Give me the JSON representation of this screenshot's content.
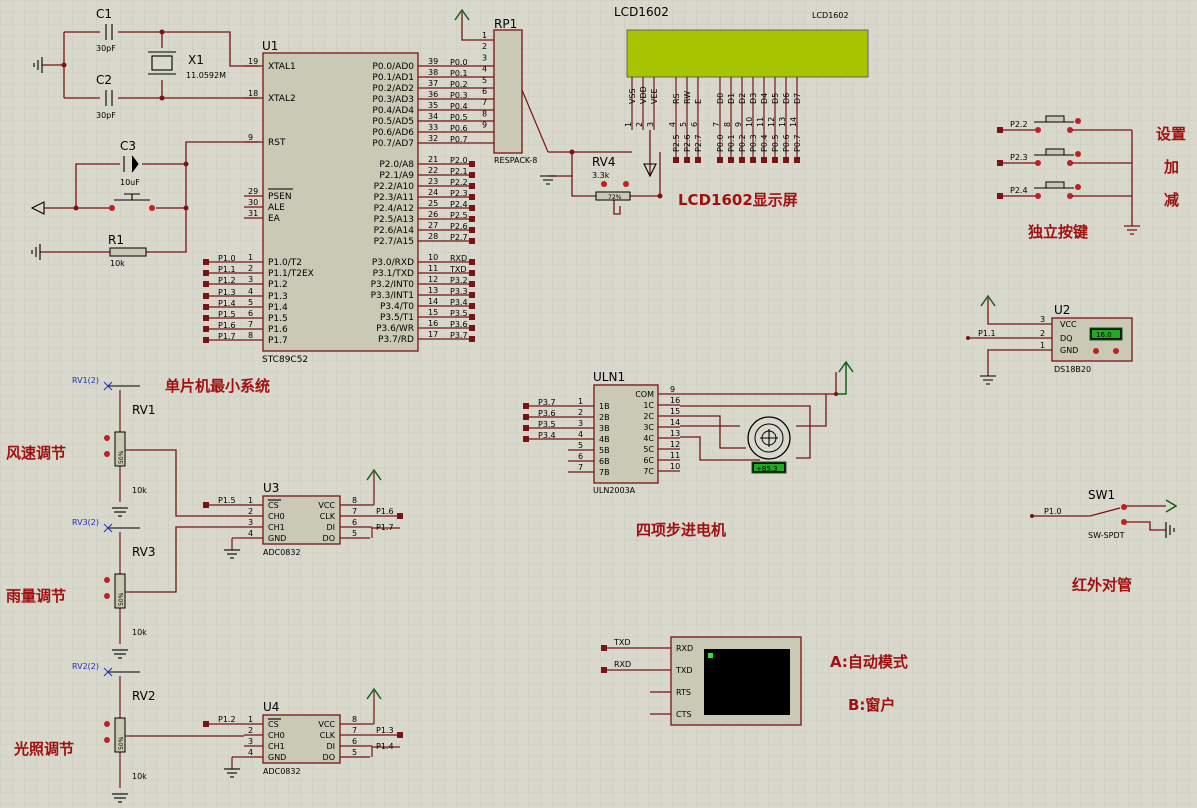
{
  "titles": {
    "mcu_system": "单片机最小系统",
    "lcd_screen": "LCD1602显示屏",
    "keys": "独立按键",
    "key_labels": [
      "设置",
      "加",
      "减"
    ],
    "motor": "四项步进电机",
    "ir": "红外对管",
    "wind": "风速调节",
    "rain": "雨量调节",
    "light": "光照调节",
    "mode_a": "A:自动模式",
    "mode_b": "B:窗户"
  },
  "mcu": {
    "ref": "U1",
    "part": "STC89C52",
    "left_pins": [
      {
        "num": "19",
        "name": "XTAL1"
      },
      {
        "num": "18",
        "name": "XTAL2"
      },
      {
        "num": "9",
        "name": "RST"
      },
      {
        "num": "29",
        "name": "PSEN"
      },
      {
        "num": "30",
        "name": "ALE"
      },
      {
        "num": "31",
        "name": "EA"
      },
      {
        "num": "1",
        "name": "P1.0/T2"
      },
      {
        "num": "2",
        "name": "P1.1/T2EX"
      },
      {
        "num": "3",
        "name": "P1.2"
      },
      {
        "num": "4",
        "name": "P1.3"
      },
      {
        "num": "5",
        "name": "P1.4"
      },
      {
        "num": "6",
        "name": "P1.5"
      },
      {
        "num": "7",
        "name": "P1.6"
      },
      {
        "num": "8",
        "name": "P1.7"
      }
    ],
    "left_labels": [
      "P1.0",
      "P1.1",
      "P1.2",
      "P1.3",
      "P1.4",
      "P1.5",
      "P1.6",
      "P1.7"
    ],
    "right_pins": [
      {
        "num": "39",
        "name": "P0.0/AD0",
        "net": "P0.0"
      },
      {
        "num": "38",
        "name": "P0.1/AD1",
        "net": "P0.1"
      },
      {
        "num": "37",
        "name": "P0.2/AD2",
        "net": "P0.2"
      },
      {
        "num": "36",
        "name": "P0.3/AD3",
        "net": "P0.3"
      },
      {
        "num": "35",
        "name": "P0.4/AD4",
        "net": "P0.4"
      },
      {
        "num": "34",
        "name": "P0.5/AD5",
        "net": "P0.5"
      },
      {
        "num": "33",
        "name": "P0.6/AD6",
        "net": "P0.6"
      },
      {
        "num": "32",
        "name": "P0.7/AD7",
        "net": "P0.7"
      },
      {
        "num": "21",
        "name": "P2.0/A8",
        "net": "P2.0"
      },
      {
        "num": "22",
        "name": "P2.1/A9",
        "net": "P2.1"
      },
      {
        "num": "23",
        "name": "P2.2/A10",
        "net": "P2.2"
      },
      {
        "num": "24",
        "name": "P2.3/A11",
        "net": "P2.3"
      },
      {
        "num": "25",
        "name": "P2.4/A12",
        "net": "P2.4"
      },
      {
        "num": "26",
        "name": "P2.5/A13",
        "net": "P2.5"
      },
      {
        "num": "27",
        "name": "P2.6/A14",
        "net": "P2.6"
      },
      {
        "num": "28",
        "name": "P2.7/A15",
        "net": "P2.7"
      },
      {
        "num": "10",
        "name": "P3.0/RXD",
        "net": "RXD"
      },
      {
        "num": "11",
        "name": "P3.1/TXD",
        "net": "TXD"
      },
      {
        "num": "12",
        "name": "P3.2/INT0",
        "net": "P3.2"
      },
      {
        "num": "13",
        "name": "P3.3/INT1",
        "net": "P3.3"
      },
      {
        "num": "14",
        "name": "P3.4/T0",
        "net": "P3.4"
      },
      {
        "num": "15",
        "name": "P3.5/T1",
        "net": "P3.5"
      },
      {
        "num": "16",
        "name": "P3.6/WR",
        "net": "P3.6"
      },
      {
        "num": "17",
        "name": "P3.7/RD",
        "net": "P3.7"
      }
    ]
  },
  "crystal": {
    "c1": "C1",
    "c1_val": "30pF",
    "c2": "C2",
    "c2_val": "30pF",
    "x1": "X1",
    "x1_val": "11.0592M"
  },
  "reset": {
    "c3": "C3",
    "c3_val": "10uF",
    "r1": "R1",
    "r1_val": "10k"
  },
  "rp1": {
    "ref": "RP1",
    "part": "RESPACK-8",
    "pins": [
      "1",
      "2",
      "3",
      "4",
      "5",
      "6",
      "7",
      "8",
      "9"
    ]
  },
  "lcd": {
    "ref": "LCD1602",
    "label": "LCD1602",
    "pins": [
      {
        "num": "1",
        "name": "VSS"
      },
      {
        "num": "2",
        "name": "VDD"
      },
      {
        "num": "3",
        "name": "VEE"
      },
      {
        "num": "4",
        "name": "RS"
      },
      {
        "num": "5",
        "name": "RW"
      },
      {
        "num": "6",
        "name": "E"
      },
      {
        "num": "7",
        "name": "D0"
      },
      {
        "num": "8",
        "name": "D1"
      },
      {
        "num": "9",
        "name": "D2"
      },
      {
        "num": "10",
        "name": "D3"
      },
      {
        "num": "11",
        "name": "D4"
      },
      {
        "num": "12",
        "name": "D5"
      },
      {
        "num": "13",
        "name": "D6"
      },
      {
        "num": "14",
        "name": "D7"
      }
    ],
    "nets": [
      "P2.5",
      "P2.6",
      "P2.7",
      "P0.0",
      "P0.1",
      "P0.2",
      "P0.3",
      "P0.4",
      "P0.5",
      "P0.6",
      "P0.7"
    ],
    "lcd_color": "#a6c400"
  },
  "rv4": {
    "ref": "RV4",
    "val": "3.3k",
    "pct": "72%"
  },
  "keys": {
    "nets": [
      "P2.2",
      "P2.3",
      "P2.4"
    ]
  },
  "ds18b20": {
    "ref": "U2",
    "part": "DS18B20",
    "pins": [
      {
        "num": "3",
        "name": "VCC"
      },
      {
        "num": "2",
        "name": "DQ"
      },
      {
        "num": "1",
        "name": "GND"
      }
    ],
    "net": "P1.1",
    "reading": "16.0"
  },
  "uln": {
    "ref": "ULN1",
    "part": "ULN2003A",
    "left_pins": [
      {
        "num": "1",
        "name": "1B"
      },
      {
        "num": "2",
        "name": "2B"
      },
      {
        "num": "3",
        "name": "3B"
      },
      {
        "num": "4",
        "name": "4B"
      },
      {
        "num": "5",
        "name": "5B"
      },
      {
        "num": "6",
        "name": "6B"
      },
      {
        "num": "7",
        "name": "7B"
      }
    ],
    "right_pins": [
      {
        "num": "9",
        "name": "COM"
      },
      {
        "num": "16",
        "name": "1C"
      },
      {
        "num": "15",
        "name": "2C"
      },
      {
        "num": "14",
        "name": "3C"
      },
      {
        "num": "13",
        "name": "4C"
      },
      {
        "num": "12",
        "name": "5C"
      },
      {
        "num": "11",
        "name": "6C"
      },
      {
        "num": "10",
        "name": "7C"
      }
    ],
    "nets": [
      "P3.7",
      "P3.6",
      "P3.5",
      "P3.4"
    ],
    "motor_reading": "+85.3"
  },
  "sw1": {
    "ref": "SW1",
    "part": "SW-SPDT",
    "net": "P1.0"
  },
  "adc3": {
    "ref": "U3",
    "part": "ADC0832",
    "left_pins": [
      {
        "num": "1",
        "name": "CS"
      },
      {
        "num": "2",
        "name": "CH0"
      },
      {
        "num": "3",
        "name": "CH1"
      },
      {
        "num": "4",
        "name": "GND"
      }
    ],
    "right_pins": [
      {
        "num": "8",
        "name": "VCC"
      },
      {
        "num": "7",
        "name": "CLK"
      },
      {
        "num": "6",
        "name": "DI"
      },
      {
        "num": "5",
        "name": "DO"
      }
    ],
    "cs_net": "P1.5",
    "clk_net": "P1.6",
    "do_net": "P1.7"
  },
  "adc4": {
    "ref": "U4",
    "part": "ADC0832",
    "left_pins": [
      {
        "num": "1",
        "name": "CS"
      },
      {
        "num": "2",
        "name": "CH0"
      },
      {
        "num": "3",
        "name": "CH1"
      },
      {
        "num": "4",
        "name": "GND"
      }
    ],
    "right_pins": [
      {
        "num": "8",
        "name": "VCC"
      },
      {
        "num": "7",
        "name": "CLK"
      },
      {
        "num": "6",
        "name": "DI"
      },
      {
        "num": "5",
        "name": "DO"
      }
    ],
    "cs_net": "P1.2",
    "clk_net": "P1.3",
    "do_net": "P1.4"
  },
  "pots": [
    {
      "ref": "RV1",
      "probe": "RV1(2)",
      "val": "10k",
      "pct": "50%"
    },
    {
      "ref": "RV3",
      "probe": "RV3(2)",
      "val": "10k",
      "pct": "50%"
    },
    {
      "ref": "RV2",
      "probe": "RV2(2)",
      "val": "10k",
      "pct": "50%"
    }
  ],
  "terminal": {
    "pins": [
      "RXD",
      "TXD",
      "RTS",
      "CTS"
    ],
    "nets": [
      "TXD",
      "RXD"
    ]
  }
}
